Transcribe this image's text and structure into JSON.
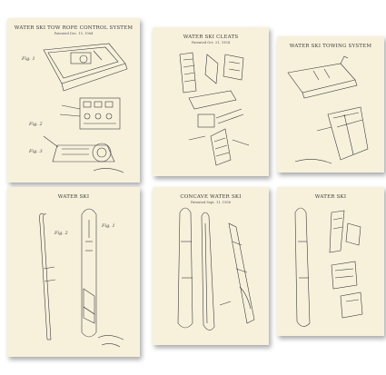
{
  "prints": [
    {
      "title": "WATER SKI TOW ROPE CONTROL SYSTEM",
      "subtitle": "Patented Dec. 15, 1964",
      "fig_labels": [
        "Fig. 1",
        "Fig. 2",
        "Fig. 3"
      ]
    },
    {
      "title": "WATER SKI CLEATS",
      "subtitle": "Patented Oct. 21, 1954",
      "fig_labels": []
    },
    {
      "title": "WATER SKI TOWING SYSTEM",
      "subtitle": "",
      "fig_labels": []
    },
    {
      "title": "WATER SKI",
      "subtitle": "",
      "fig_labels": [
        "Fig. 1",
        "Fig. 2"
      ]
    },
    {
      "title": "CONCAVE WATER SKI",
      "subtitle": "Patented Sept. 11, 1956",
      "fig_labels": []
    },
    {
      "title": "WATER SKI",
      "subtitle": "",
      "fig_labels": []
    }
  ],
  "colors": {
    "paper": "#f7f1dc",
    "ink": "#3b3b3b",
    "background": "#ffffff"
  }
}
